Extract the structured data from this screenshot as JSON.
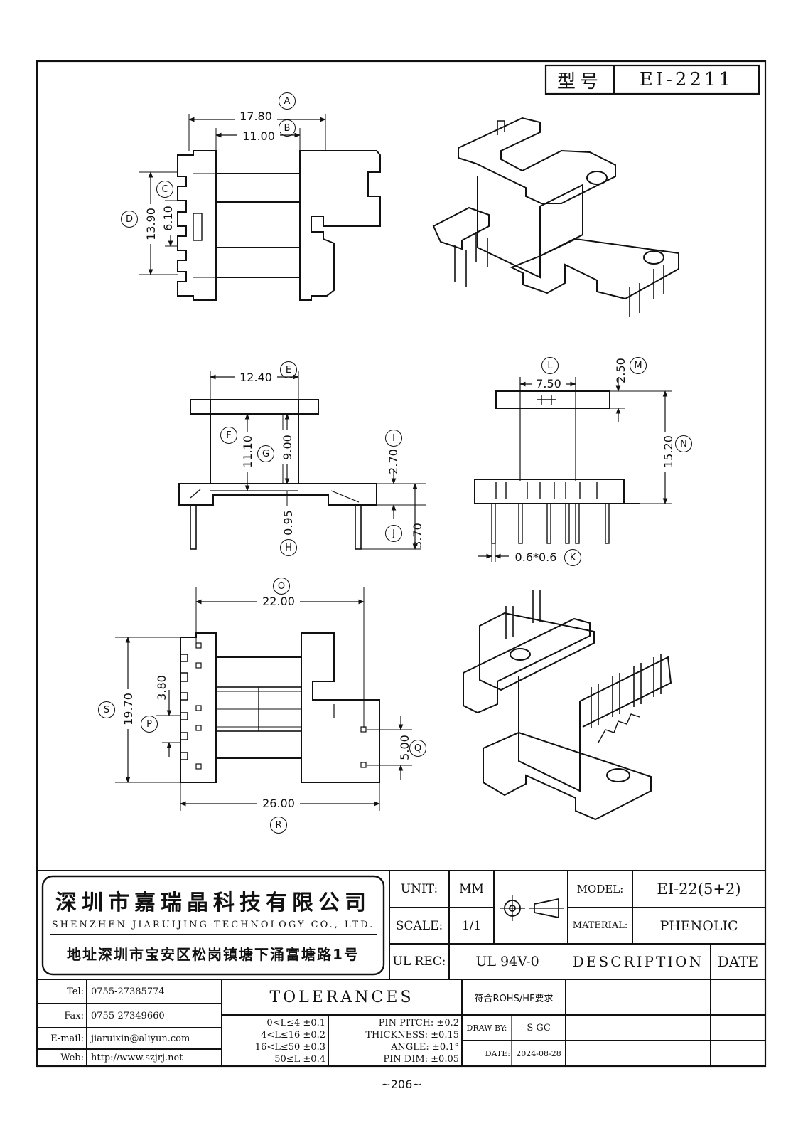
{
  "header": {
    "model_label": "型号",
    "model_value": "EI-2211"
  },
  "views": {
    "top": {
      "dims": [
        {
          "letter": "A",
          "value": "17.80"
        },
        {
          "letter": "B",
          "value": "11.00"
        },
        {
          "letter": "C",
          "value": "6.10"
        },
        {
          "letter": "D",
          "value": "13.90"
        }
      ]
    },
    "front": {
      "dims": [
        {
          "letter": "E",
          "value": "12.40"
        },
        {
          "letter": "F",
          "value": "11.10"
        },
        {
          "letter": "G",
          "value": "9.00"
        },
        {
          "letter": "H",
          "value": "0.95"
        },
        {
          "letter": "I",
          "value": "2.70"
        },
        {
          "letter": "J",
          "value": "3.70"
        }
      ]
    },
    "side": {
      "dims": [
        {
          "letter": "L",
          "value": "7.50"
        },
        {
          "letter": "M",
          "value": "2.50"
        },
        {
          "letter": "N",
          "value": "15.20"
        },
        {
          "letter": "K",
          "value": "0.6*0.6"
        }
      ]
    },
    "bottom": {
      "dims": [
        {
          "letter": "O",
          "value": "22.00"
        },
        {
          "letter": "S",
          "value": "19.70"
        },
        {
          "letter": "P",
          "value": "3.80"
        },
        {
          "letter": "Q",
          "value": "5.00"
        },
        {
          "letter": "R",
          "value": "26.00"
        }
      ]
    }
  },
  "company": {
    "name_cn": "深圳市嘉瑞晶科技有限公司",
    "name_en": "SHENZHEN JIARUIJING TECHNOLOGY CO., LTD.",
    "address": "地址深圳市宝安区松岗镇塘下涌富塘路1号"
  },
  "title_block": {
    "unit_label": "UNIT:",
    "unit_value": "MM",
    "scale_label": "SCALE:",
    "scale_value": "1/1",
    "ul_label": "UL REC:",
    "ul_value": "UL 94V-0",
    "model_label": "MODEL:",
    "model_value": "EI-22(5+2)",
    "material_label": "MATERIAL:",
    "material_value": "PHENOLIC",
    "description_header": "DESCRIPTION",
    "date_header": "DATE"
  },
  "contact": [
    {
      "label": "Tel:",
      "value": "0755-27385774"
    },
    {
      "label": "Fax:",
      "value": "0755-27349660"
    },
    {
      "label": "E-mail:",
      "value": "jiaruixin@aliyun.com"
    },
    {
      "label": "Web:",
      "value": "http://www.szjrj.net"
    }
  ],
  "tolerances": {
    "title": "TOLERANCES",
    "ranges": [
      "0<L≤4 ±0.1",
      "4<L≤16 ±0.2",
      "16<L≤50 ±0.3",
      "50≤L ±0.4"
    ],
    "pins": [
      "PIN PITCH: ±0.2",
      "THICKNESS: ±0.15",
      "ANGLE: ±0.1°",
      "PIN DIM: ±0.05"
    ]
  },
  "rohs": "符合ROHS/HF要求",
  "draw_by_label": "DRAW BY:",
  "draw_by_value": "S GC",
  "date_label": "DATE:",
  "date_value": "2024-08-28",
  "page_number": "~206~"
}
